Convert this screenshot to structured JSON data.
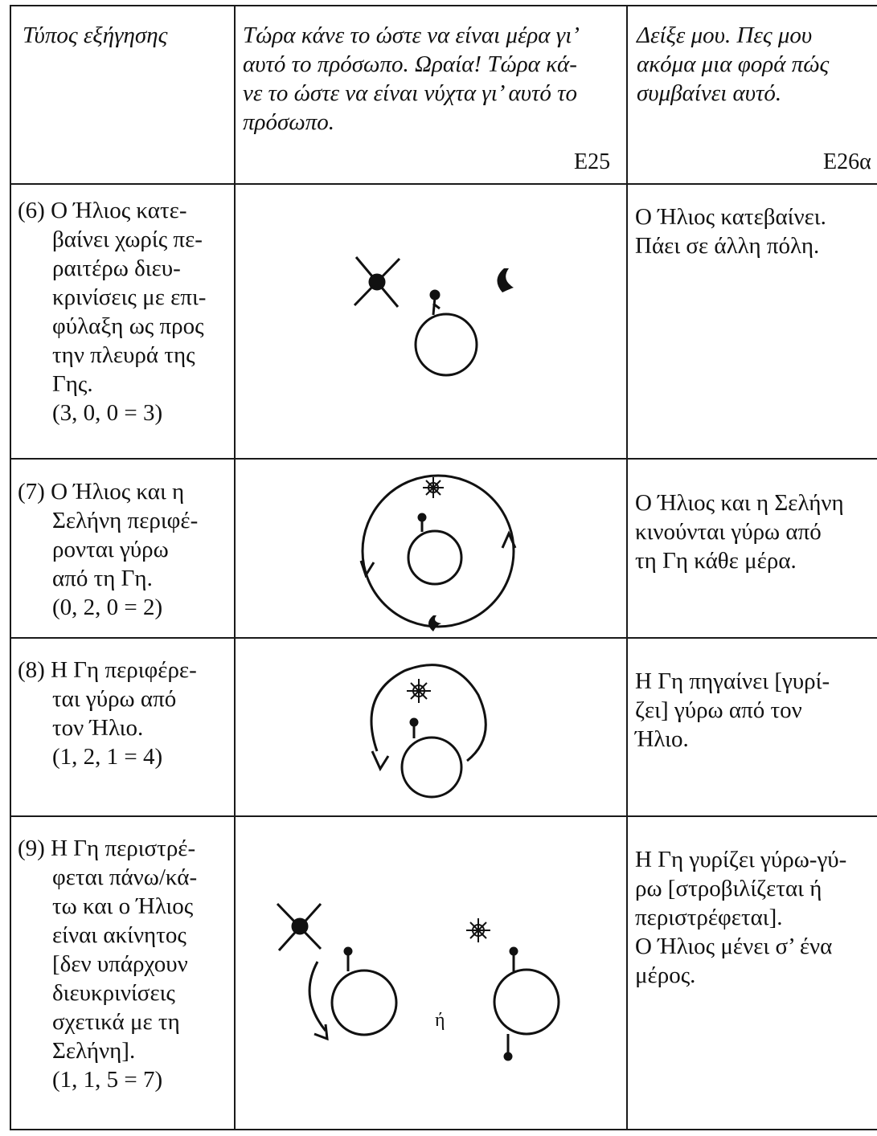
{
  "header": {
    "col1": "Τύπος εξήγησης",
    "col2_lines": [
      "Τώρα κάνε το ώστε να είναι μέρα γι’",
      "αυτό το πρόσωπο. Ωραία! Τώρα κά-",
      "νε το ώστε να είναι νύχτα γι’ αυτό το",
      "πρόσωπο."
    ],
    "col2_code": "E25",
    "col3_lines": [
      "Δείξε μου. Πες μου",
      "ακόμα μια φορά πώς",
      "συμβαίνει αυτό."
    ],
    "col3_code": "E26α"
  },
  "rows": [
    {
      "first_line": "(6) Ο Ήλιος κατε-",
      "rest_lines": [
        "βαίνει χωρίς πε-",
        "ραιτέρω διευ-",
        "κρινίσεις με επι-",
        "φύλαξη ως προς",
        "την πλευρά της",
        "Γης.",
        "(3, 0, 0 = 3)"
      ],
      "answer_lines": [
        "Ο Ήλιος κατεβαίνει.",
        "Πάει σε άλλη πόλη."
      ]
    },
    {
      "first_line": "(7) Ο Ήλιος και η",
      "rest_lines": [
        "Σελήνη περιφέ-",
        "ρονται γύρω",
        "από τη Γη.",
        "(0, 2, 0 = 2)"
      ],
      "answer_lines": [
        "Ο Ήλιος και η Σελήνη",
        "κινούνται γύρω από",
        "τη Γη κάθε μέρα."
      ]
    },
    {
      "first_line": "(8) Η Γη περιφέρε-",
      "rest_lines": [
        "ται γύρω από",
        "τον Ήλιο.",
        "(1, 2, 1 = 4)"
      ],
      "answer_lines": [
        "Η Γη πηγαίνει [γυρί-",
        "ζει] γύρω από τον",
        "Ήλιο."
      ]
    },
    {
      "first_line": "(9) Η Γη περιστρέ-",
      "rest_lines": [
        "φεται πάνω/κά-",
        "τω και ο Ήλιος",
        "είναι ακίνητος",
        "[δεν υπάρχουν",
        "διευκρινίσεις",
        "σχετικά με τη",
        "Σελήνη].",
        "(1, 1, 5 = 7)"
      ],
      "answer_lines": [
        "Η Γη γυρίζει γύρω-γύ-",
        "ρω [στροβιλίζεται ή",
        "περιστρέφεται].",
        "Ο Ήλιος μένει σ’ ένα",
        "μέρος."
      ],
      "drawing_connector": "ή"
    }
  ]
}
